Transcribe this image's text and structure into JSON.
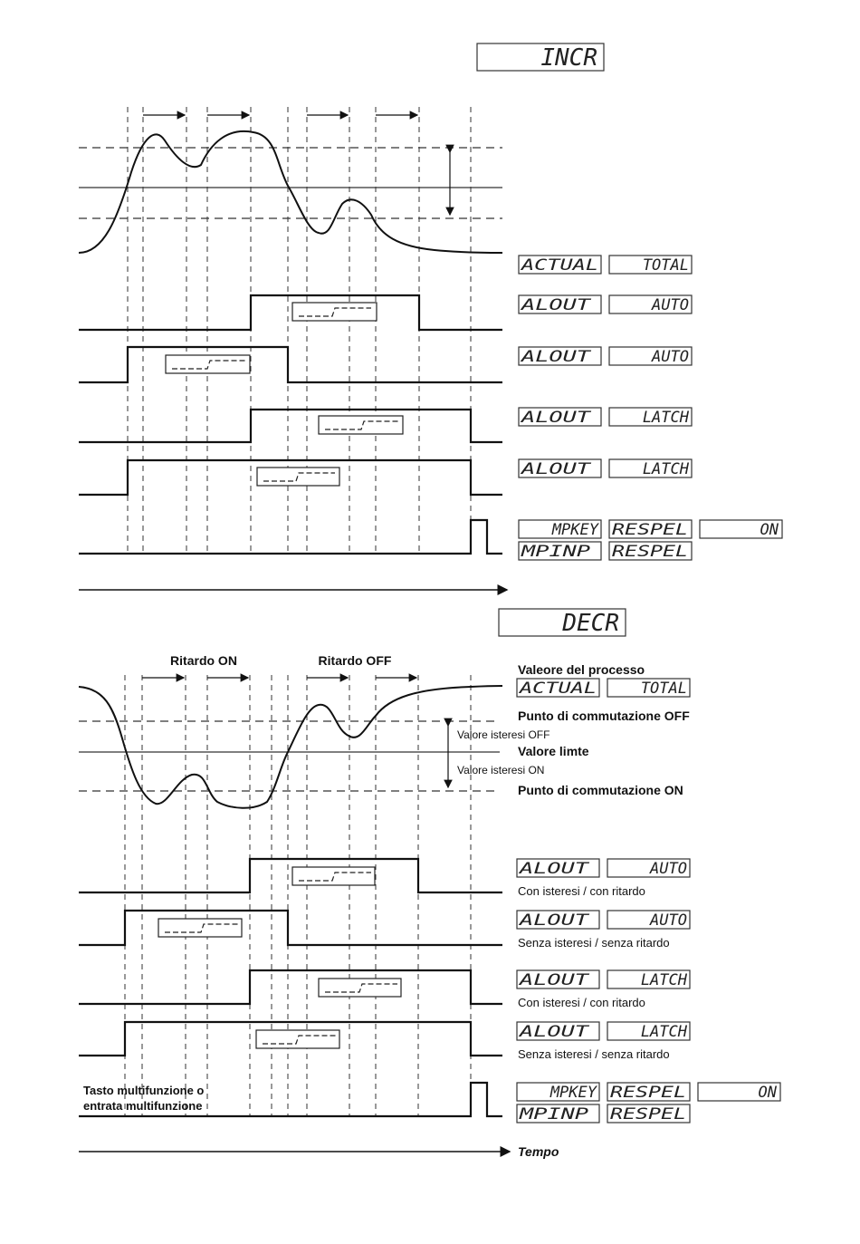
{
  "incr": {
    "mode_display": "INCR",
    "process_value_display": [
      "ACTUAL",
      "TOTAL"
    ],
    "outputs": [
      {
        "display": [
          "ALOUT",
          "AUTO"
        ]
      },
      {
        "display": [
          "ALOUT",
          "AUTO"
        ]
      },
      {
        "display": [
          "ALOUT",
          "LATCH"
        ]
      },
      {
        "display": [
          "ALOUT",
          "LATCH"
        ]
      }
    ],
    "reset_display_row1": [
      "MPKEY",
      "RESPEL",
      "ON"
    ],
    "reset_display_row2": [
      "MPINP",
      "RESPEL"
    ]
  },
  "decr": {
    "mode_display": "DECR",
    "delay_on_label": "Ritardo ON",
    "delay_off_label": "Ritardo OFF",
    "process_value_label": "Valeore del processo",
    "process_value_display": [
      "ACTUAL",
      "TOTAL"
    ],
    "switch_off_label": "Punto di commutazione OFF",
    "hysteresis_off_label": "Valore isteresi OFF",
    "limit_label": "Valore limte",
    "hysteresis_on_label": "Valore isteresi ON",
    "switch_on_label": "Punto di commutazione ON",
    "outputs": [
      {
        "display": [
          "ALOUT",
          "AUTO"
        ],
        "caption": "Con isteresi / con ritardo"
      },
      {
        "display": [
          "ALOUT",
          "AUTO"
        ],
        "caption": "Senza isteresi / senza ritardo"
      },
      {
        "display": [
          "ALOUT",
          "LATCH"
        ],
        "caption": "Con isteresi / con ritardo"
      },
      {
        "display": [
          "ALOUT",
          "LATCH"
        ],
        "caption": "Senza isteresi / senza ritardo"
      }
    ],
    "multifunction_label_line1": "Tasto multifunzione o",
    "multifunction_label_line2": "entrata multifunzione",
    "reset_display_row1": [
      "MPKEY",
      "RESPEL",
      "ON"
    ],
    "reset_display_row2": [
      "MPINP",
      "RESPEL"
    ],
    "time_axis_label": "Tempo"
  },
  "colors": {
    "line": "#111111",
    "dashed": "#333333"
  }
}
